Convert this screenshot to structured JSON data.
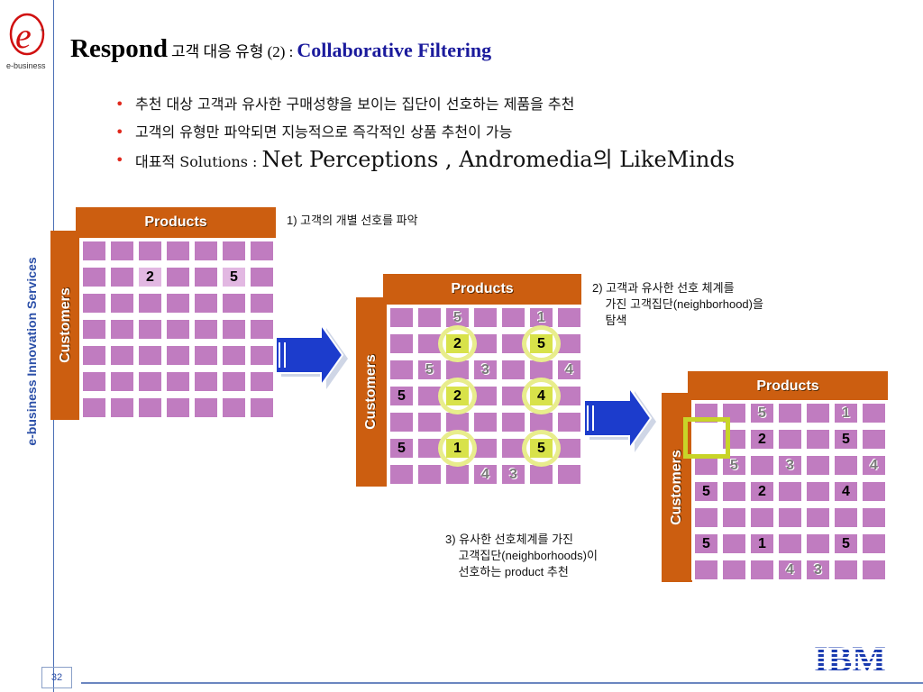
{
  "logo": {
    "brand": "e-business",
    "mark": "e",
    "tm": "™"
  },
  "sidebar": {
    "label": "e-business Innovation Services"
  },
  "title": {
    "main": "Respond",
    "sub": "고객 대응 유형 (2) :",
    "accent": "Collaborative Filtering"
  },
  "bullets": [
    {
      "text": "추천 대상 고객과 유사한 구매성향을 보이는 집단이 선호하는 제품을 추천"
    },
    {
      "text": "고객의 유형만 파악되면 지능적으로 즉각적인 상품 추천이 가능"
    },
    {
      "prefix": "대표적 Solutions : ",
      "emph": "Net Perceptions , Andromedia의 LikeMinds"
    }
  ],
  "grids": [
    {
      "products_label": "Products",
      "customers_label": "Customers",
      "values": [
        {
          "r": 1,
          "c": 2,
          "v": "2",
          "kind": "main"
        },
        {
          "r": 1,
          "c": 5,
          "v": "5",
          "kind": "main"
        }
      ]
    },
    {
      "products_label": "Products",
      "customers_label": "Customers",
      "values": [
        {
          "r": 0,
          "c": 2,
          "v": "5",
          "kind": "ghost"
        },
        {
          "r": 0,
          "c": 5,
          "v": "1",
          "kind": "ghost"
        },
        {
          "r": 1,
          "c": 2,
          "v": "2",
          "kind": "ring"
        },
        {
          "r": 1,
          "c": 5,
          "v": "5",
          "kind": "ring"
        },
        {
          "r": 2,
          "c": 1,
          "v": "5",
          "kind": "ghost"
        },
        {
          "r": 2,
          "c": 3,
          "v": "3",
          "kind": "ghost"
        },
        {
          "r": 2,
          "c": 6,
          "v": "4",
          "kind": "ghost"
        },
        {
          "r": 3,
          "c": 0,
          "v": "5",
          "kind": "plain"
        },
        {
          "r": 3,
          "c": 2,
          "v": "2",
          "kind": "ring"
        },
        {
          "r": 3,
          "c": 5,
          "v": "4",
          "kind": "ring"
        },
        {
          "r": 5,
          "c": 0,
          "v": "5",
          "kind": "plain"
        },
        {
          "r": 5,
          "c": 2,
          "v": "1",
          "kind": "ring"
        },
        {
          "r": 5,
          "c": 5,
          "v": "5",
          "kind": "ring"
        },
        {
          "r": 6,
          "c": 3,
          "v": "4",
          "kind": "ghost"
        },
        {
          "r": 6,
          "c": 4,
          "v": "3",
          "kind": "ghost"
        }
      ]
    },
    {
      "products_label": "Products",
      "customers_label": "Customers",
      "values": [
        {
          "r": 0,
          "c": 2,
          "v": "5",
          "kind": "ghost"
        },
        {
          "r": 0,
          "c": 5,
          "v": "1",
          "kind": "ghost"
        },
        {
          "r": 1,
          "c": 2,
          "v": "2",
          "kind": "plain"
        },
        {
          "r": 1,
          "c": 5,
          "v": "5",
          "kind": "plain"
        },
        {
          "r": 2,
          "c": 1,
          "v": "5",
          "kind": "ghost"
        },
        {
          "r": 2,
          "c": 3,
          "v": "3",
          "kind": "ghost"
        },
        {
          "r": 2,
          "c": 6,
          "v": "4",
          "kind": "ghost"
        },
        {
          "r": 3,
          "c": 0,
          "v": "5",
          "kind": "plain"
        },
        {
          "r": 3,
          "c": 2,
          "v": "2",
          "kind": "plain"
        },
        {
          "r": 3,
          "c": 5,
          "v": "4",
          "kind": "plain"
        },
        {
          "r": 5,
          "c": 0,
          "v": "5",
          "kind": "plain"
        },
        {
          "r": 5,
          "c": 2,
          "v": "1",
          "kind": "plain"
        },
        {
          "r": 5,
          "c": 5,
          "v": "5",
          "kind": "plain"
        },
        {
          "r": 6,
          "c": 3,
          "v": "4",
          "kind": "ghost"
        },
        {
          "r": 6,
          "c": 4,
          "v": "3",
          "kind": "ghost"
        }
      ]
    }
  ],
  "steps": [
    {
      "text": "1) 고객의 개별 선호를 파악"
    },
    {
      "text": "2) 고객과 유사한 선호 체계를\n    가진 고객집단(neighborhood)을\n    탐색"
    },
    {
      "text": "3) 유사한 선호체계를 가진\n    고객집단(neighborhoods)이\n    선호하는 product 추천"
    }
  ],
  "page": {
    "number": "32"
  },
  "brand": {
    "ibm": "IBM"
  },
  "colors": {
    "header": "#cc5e10",
    "cell": "#c07cc0",
    "accent": "#1a1a9c",
    "ring": "#e8ed8c"
  }
}
